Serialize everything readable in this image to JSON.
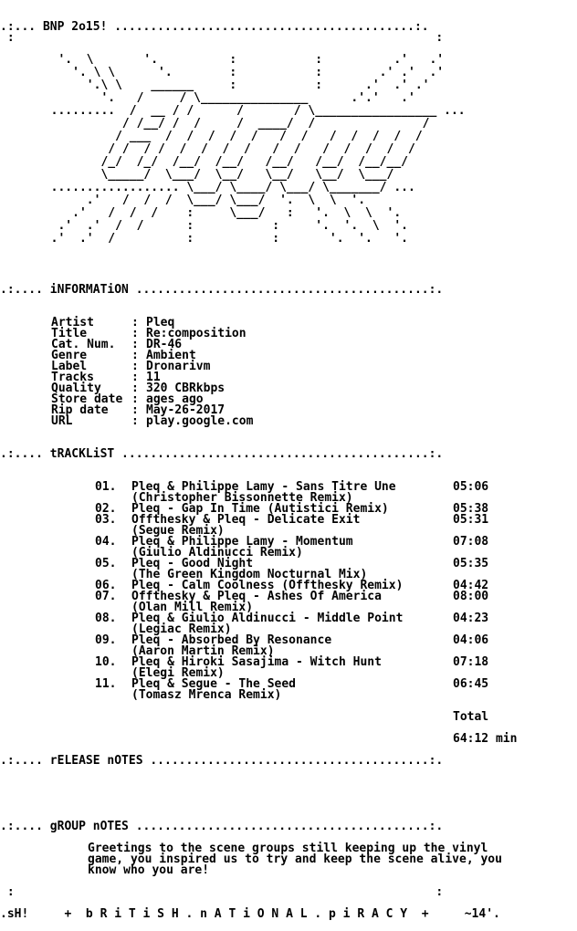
{
  "banner": {
    "title_line": ".:... BNP 2o15! ..........................................:.",
    "logo_lines": [
      "   '.  \\       '.          :           :          .'   .'",
      "     '. \\ \\      '.        :           :        .' .'  .'",
      "       '.\\ \\    ______     :           :      .'  .' .'",
      "         '.   /     / \\_______________      .'.'   .'",
      "  .........  /  __ / /      /       / \\_________________ ...",
      "            / /__/ /  /     /  ____/  /               /",
      "           / ___  /  /  /  /  /   /  /   /  /  /  /  /",
      "          / /  / /  /  /  /  /   /  /   /  /  /  /  /",
      "         /_/  /_/  /__/  /__/   /__/   /__/  /__/__/",
      "         \\_____/  \\___/  \\__/   \\__/   \\__/  \\___/",
      "  .................. \\___/ \\____/ \\___/ \\_______/ ...",
      "       .'   /  /  /  \\___/ \\___/  '.  \\  \\  '.",
      "     .'   /  /  /    :     \\___/   :   '.  \\  \\  '.",
      "   .'  .'  /  /      :           :     '.  '.  \\  '.",
      "  .'  .'  /          :           :       '.  '.   '."
    ]
  },
  "information": {
    "header": ".:.... iNFORMATiON .........................................:.",
    "fields": [
      {
        "key": "Artist",
        "value": "Pleq"
      },
      {
        "key": "Title",
        "value": "Re:composition"
      },
      {
        "key": "Cat. Num.",
        "value": "DR-46"
      },
      {
        "key": "Genre",
        "value": "Ambient"
      },
      {
        "key": "Label",
        "value": "Dronarivm"
      },
      {
        "key": "Tracks",
        "value": "11"
      },
      {
        "key": "Quality",
        "value": "320 CBRkbps"
      },
      {
        "key": "Store date",
        "value": "ages ago"
      },
      {
        "key": "Rip date",
        "value": "May-26-2017"
      },
      {
        "key": "URL",
        "value": "play.google.com"
      }
    ]
  },
  "tracklist": {
    "header": ".:.... tRACKLiST ...........................................:.",
    "tracks": [
      {
        "num": "01.",
        "line1": "Pleq & Philippe Lamy - Sans Titre Une",
        "line2": "(Christopher Bissonnette Remix)",
        "time": "05:06"
      },
      {
        "num": "02.",
        "line1": "Pleq - Gap In Time (Autistici Remix)",
        "line2": "",
        "time": "05:38"
      },
      {
        "num": "03.",
        "line1": "Offthesky & Pleq - Delicate Exit",
        "line2": "(Segue Remix)",
        "time": "05:31"
      },
      {
        "num": "04.",
        "line1": "Pleq & Philippe Lamy - Momentum",
        "line2": "(Giulio Aldinucci Remix)",
        "time": "07:08"
      },
      {
        "num": "05.",
        "line1": "Pleq - Good Night",
        "line2": "(The Green Kingdom Nocturnal Mix)",
        "time": "05:35"
      },
      {
        "num": "06.",
        "line1": "Pleq - Calm Coolness (Offthesky Remix)",
        "line2": "",
        "time": "04:42"
      },
      {
        "num": "07.",
        "line1": "Offthesky & Pleq - Ashes Of America",
        "line2": "(Olan Mill Remix)",
        "time": "08:00"
      },
      {
        "num": "08.",
        "line1": "Pleq & Giulio Aldinucci - Middle Point",
        "line2": "(Legiac Remix)",
        "time": "04:23"
      },
      {
        "num": "09.",
        "line1": "Pleq - Absorbed By Resonance",
        "line2": "(Aaron Martin Remix)",
        "time": "04:06"
      },
      {
        "num": "10.",
        "line1": "Pleq & Hiroki Sasajima - Witch Hunt",
        "line2": "(Elegi Remix)",
        "time": "07:18"
      },
      {
        "num": "11.",
        "line1": "Pleq & Segue - The Seed",
        "line2": "(Tomasz Mrenca Remix)",
        "time": "06:45"
      }
    ],
    "total_label": "Total",
    "total_value": "64:12 min"
  },
  "release_notes": {
    "header": ".:.... rELEASE nOTES .......................................:."
  },
  "group_notes": {
    "header": ".:.... gROUP nOTES .........................................:.",
    "lines": [
      "Greetings to the scene groups still keeping up the vinyl",
      "game, you inspired us to try and keep the scene alive, you",
      "know who you are!"
    ]
  },
  "footer": {
    "edge_top": " :                                                           :",
    "sig_line": ".sH!     +  b R i T i S H . n A T i O N A L . p i R A C Y  +     ~14'."
  }
}
